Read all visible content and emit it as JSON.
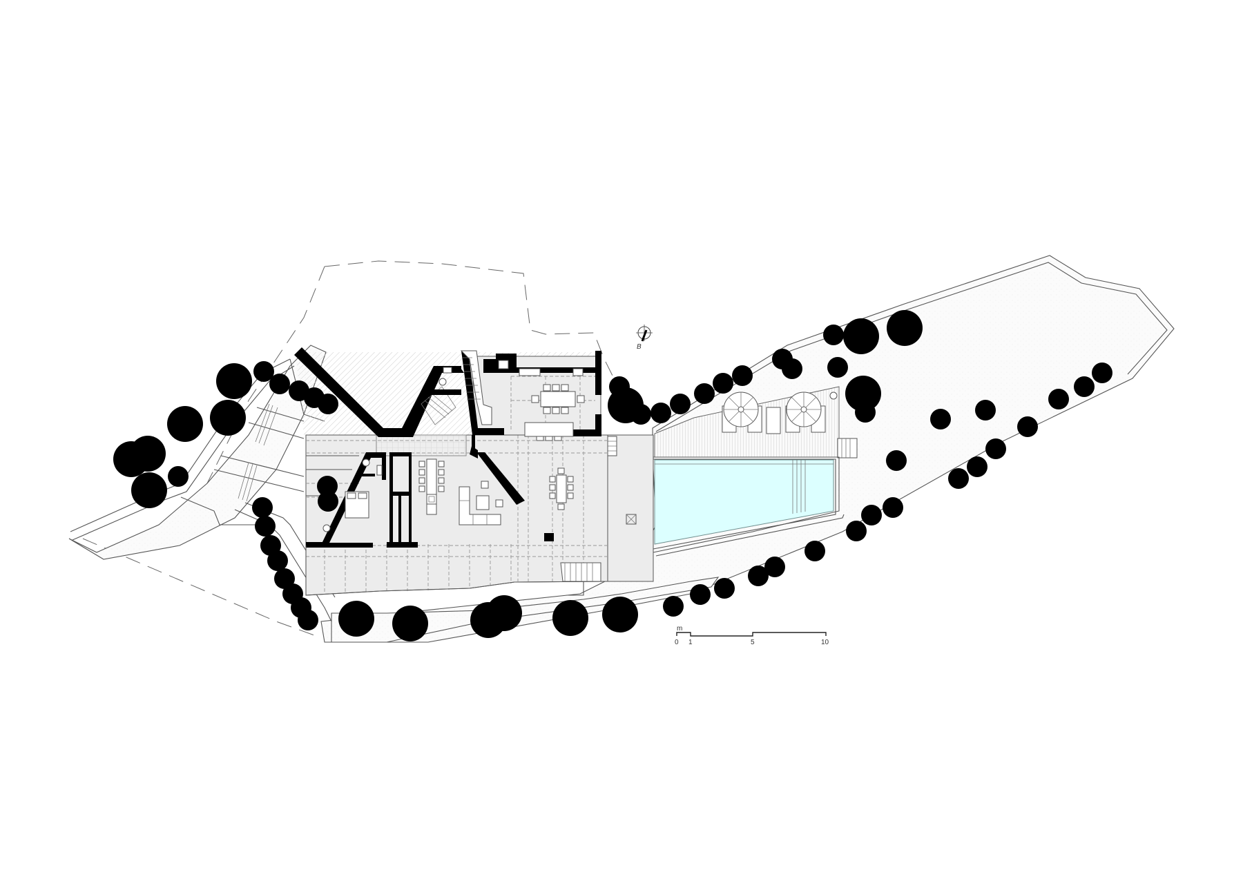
{
  "drawing": {
    "type": "site plan / ground floor plan",
    "background": "#ffffff",
    "colors": {
      "wall": "#000000",
      "interior_floor": "#ececec",
      "pool_water": "#dcffff",
      "line": "#555555",
      "terrain_stipple": "#f7f7f7"
    }
  },
  "north_arrow": {
    "label": "B"
  },
  "scale_bar": {
    "unit": "m",
    "ticks": [
      "0",
      "1",
      "5",
      "10"
    ]
  },
  "elements": {
    "pool": {
      "label": "swimming pool"
    },
    "deck": {
      "label": "pool deck with parasols and loungers",
      "parasols": 2,
      "loungers": 5
    },
    "rooms": [
      "bedroom",
      "bathroom",
      "kitchen-dining",
      "living room",
      "outdoor dining terrace",
      "covered dining area",
      "staircase"
    ],
    "site_boundary": "dashed property line",
    "trees_big": 16,
    "shrubs": 40
  }
}
